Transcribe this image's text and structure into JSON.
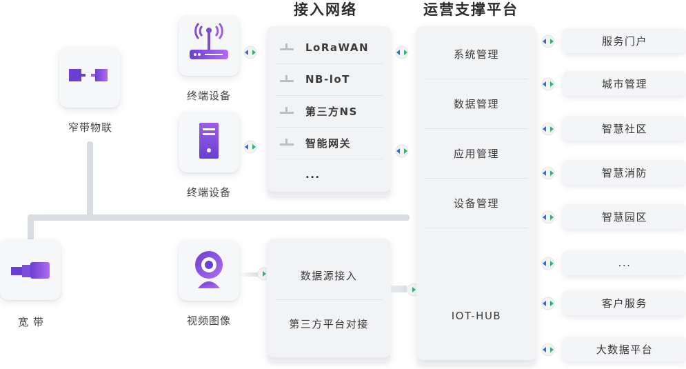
{
  "titles": {
    "access": "接入网络",
    "platform": "运营支撑平台"
  },
  "devices": {
    "nb_iot_label": "窄带物联",
    "broadband_label": "宽 带",
    "terminal1_label": "终端设备",
    "terminal2_label": "终端设备",
    "video_label": "视频图像"
  },
  "access_network": {
    "items": [
      "LoRaWAN",
      "NB-loT",
      "第三方NS",
      "智能网关",
      "..."
    ]
  },
  "data_access": {
    "items": [
      "数据源接入",
      "第三方平台对接"
    ]
  },
  "platform": {
    "items": [
      "系统管理",
      "数据管理",
      "应用管理",
      "设备管理"
    ],
    "hub": "IOT-HUB"
  },
  "services": [
    "服务门户",
    "城市管理",
    "智慧社区",
    "智慧消防",
    "智慧园区",
    "...",
    "客户服务",
    "大数据平台"
  ],
  "colors": {
    "accent_purple": "#7b4dd8",
    "connector_green": "#2fb37a",
    "connector_blue": "#2d6fd0",
    "line": "#d9dde2"
  }
}
